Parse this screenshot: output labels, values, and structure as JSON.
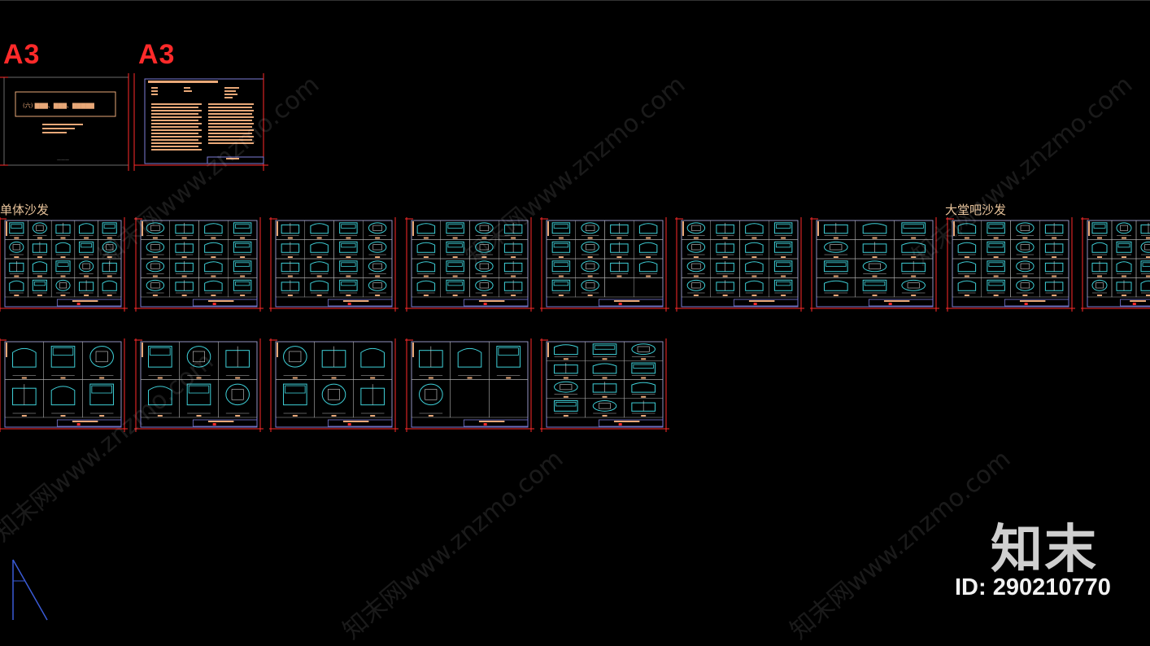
{
  "viewport": {
    "title_blocks": [
      {
        "label": "A3"
      },
      {
        "label": "A3"
      }
    ],
    "sections": {
      "single_sofa": "单体沙发",
      "lobby_sofa": "大堂吧沙发"
    },
    "watermark": {
      "brand": "知末",
      "id_text": "ID: 290210770",
      "repeat_text": "知末网www.znzmo.com"
    }
  },
  "colors": {
    "background": "#000000",
    "sheet_border": "#7b7bd6",
    "red_marker": "#ff2a2a",
    "cyan_block": "#3fd0d8",
    "orange_text": "#e8a878"
  }
}
